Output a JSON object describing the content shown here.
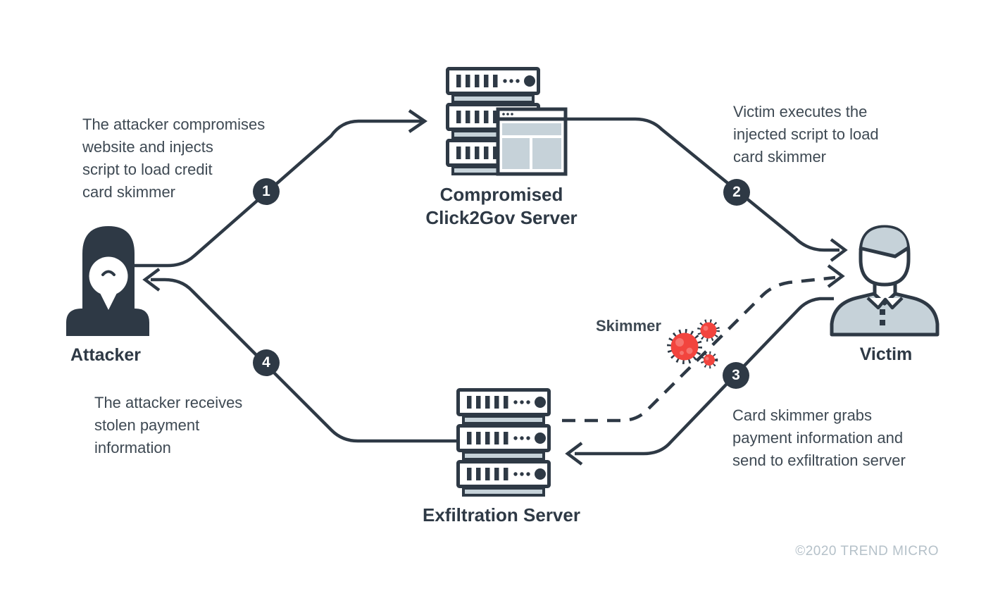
{
  "diagram": {
    "steps": [
      {
        "number": "1",
        "text": "The attacker compromises website and injects script to load credit card skimmer",
        "lines": [
          "The attacker compromises",
          "website and injects",
          "script to load credit",
          "card skimmer"
        ]
      },
      {
        "number": "2",
        "text": "Victim executes the injected script to load card skimmer",
        "lines": [
          "Victim executes the",
          "injected script to load",
          "card skimmer"
        ]
      },
      {
        "number": "3",
        "text": "Card skimmer grabs payment information and send to exfiltration server",
        "lines": [
          "Card skimmer grabs",
          "payment information and",
          "send to exfiltration server"
        ]
      },
      {
        "number": "4",
        "text": "The attacker receives stolen payment information",
        "lines": [
          "The attacker receives",
          "stolen payment",
          "information"
        ]
      }
    ],
    "nodes": {
      "attacker": {
        "label": "Attacker"
      },
      "compromised_server": {
        "label_lines": [
          "Compromised",
          "Click2Gov Server"
        ]
      },
      "victim": {
        "label": "Victim"
      },
      "exfiltration_server": {
        "label": "Exfiltration Server"
      },
      "skimmer": {
        "label": "Skimmer"
      }
    },
    "footer": {
      "copyright": "©2020 TREND MICRO"
    },
    "colors": {
      "dark": "#2e3945",
      "text": "#3e4953",
      "light": "#c6d2d9",
      "red": "#f2443e",
      "copy": "#b5c1c9"
    }
  }
}
